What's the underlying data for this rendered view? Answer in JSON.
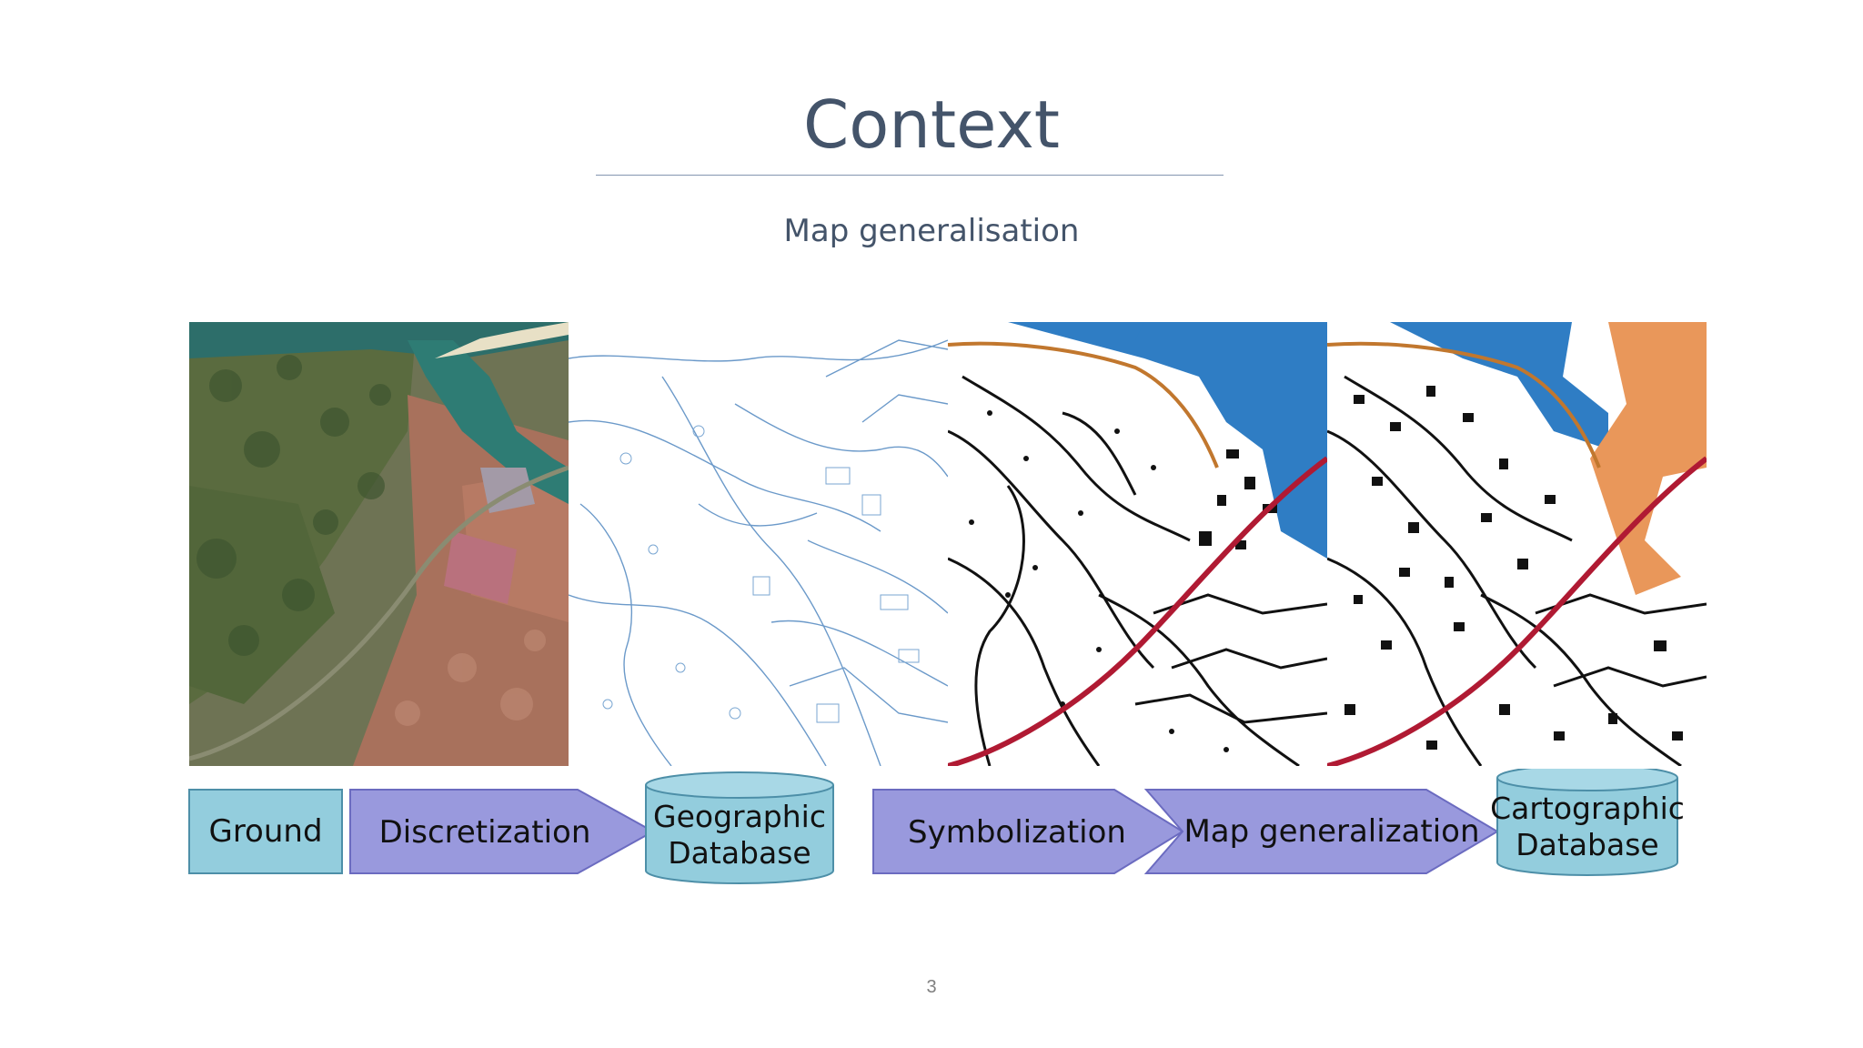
{
  "slide": {
    "title": "Context",
    "subtitle": "Map generalisation",
    "page_number": "3"
  },
  "panels": [
    {
      "name": "aerial-photo-panel"
    },
    {
      "name": "vector-data-panel"
    },
    {
      "name": "symbolized-map-panel"
    },
    {
      "name": "generalized-map-panel"
    }
  ],
  "flow": {
    "ground": "Ground",
    "discretization": "Discretization",
    "geographic_db_line1": "Geographic",
    "geographic_db_line2": "Database",
    "symbolization": "Symbolization",
    "map_generalization": "Map generalization",
    "cartographic_db_line1": "Cartographic",
    "cartographic_db_line2": "Database"
  },
  "colors": {
    "title": "#44546a",
    "box_fill": "#93cddd",
    "arrow_fill": "#9999dd",
    "water_blue": "#2f7dc4",
    "road_red": "#b01a33",
    "orange_area": "#e9975a"
  }
}
